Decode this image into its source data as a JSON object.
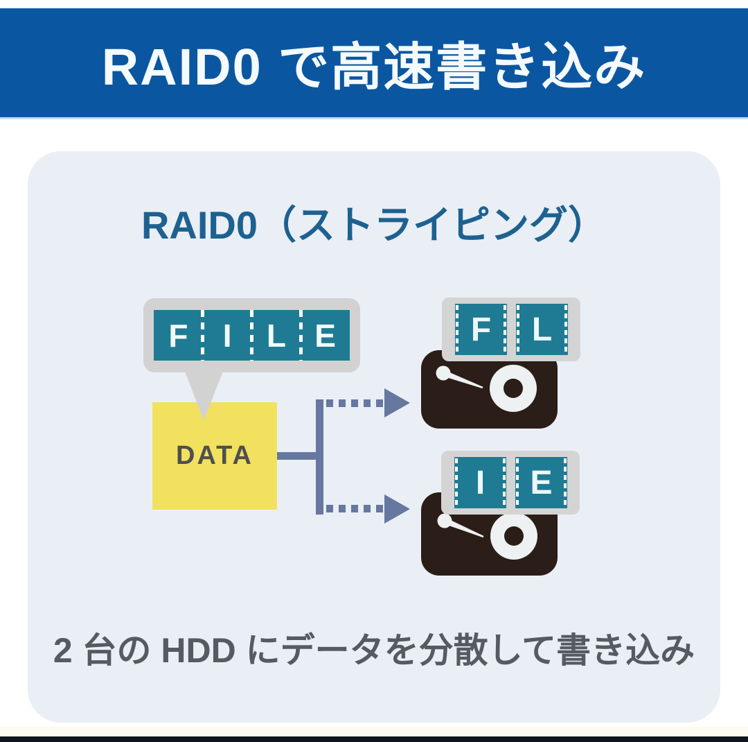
{
  "banner": {
    "title": "RAID0 で高速書き込み"
  },
  "panel": {
    "title": "RAID0（ストライピング）",
    "caption": "2 台の HDD にデータを分散して書き込み"
  },
  "diagram": {
    "source_file": {
      "letters": [
        "F",
        "I",
        "L",
        "E"
      ]
    },
    "data_box": {
      "label": "DATA"
    },
    "hdd_top": {
      "letters": [
        "F",
        "L"
      ]
    },
    "hdd_bottom": {
      "letters": [
        "I",
        "E"
      ]
    }
  },
  "colors": {
    "banner_bg": "#0b56a0",
    "banner_text": "#f4fafd",
    "panel_bg": "#eaeff5",
    "title_blue": "#1d6191",
    "stripe_teal": "#1f7b93",
    "bubble_gray": "#d2d2d2",
    "data_yellow": "#f2e15f",
    "connector_slate": "#66789f",
    "hdd_dark": "#2b1d17",
    "caption_gray": "#565b62",
    "bottom_strip": "#10141c"
  }
}
